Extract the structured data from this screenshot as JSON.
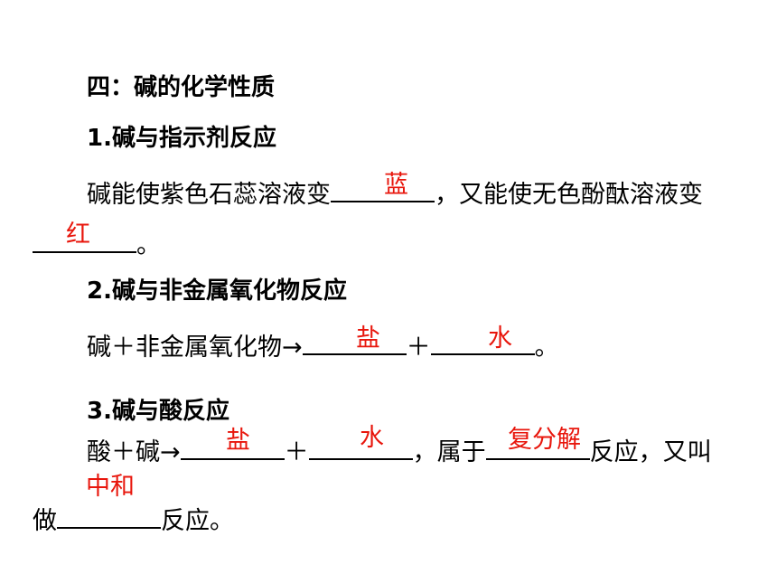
{
  "section_title": "四：碱的化学性质",
  "part1": {
    "heading": "1.碱与指示剂反应",
    "sentence_a": "碱能使紫色石蕊溶液变",
    "sentence_b": "，又能使无色酚酞溶液变",
    "sentence_end": "。",
    "answer_1": "蓝",
    "answer_2": "红"
  },
  "part2": {
    "heading": "2.碱与非金属氧化物反应",
    "equation_left": "碱＋非金属氧化物→",
    "plus": "＋",
    "end": "。",
    "answer_1": "盐",
    "answer_2": "水"
  },
  "part3": {
    "heading": "3.碱与酸反应",
    "equation_left": "酸＋碱→",
    "plus": "＋",
    "belongs": "，属于",
    "reaction_also": "反应，又叫",
    "line2_start": "做",
    "line2_end": "反应。",
    "answer_1": "盐",
    "answer_2": "水",
    "answer_3": "复分解",
    "answer_4": "中和"
  }
}
